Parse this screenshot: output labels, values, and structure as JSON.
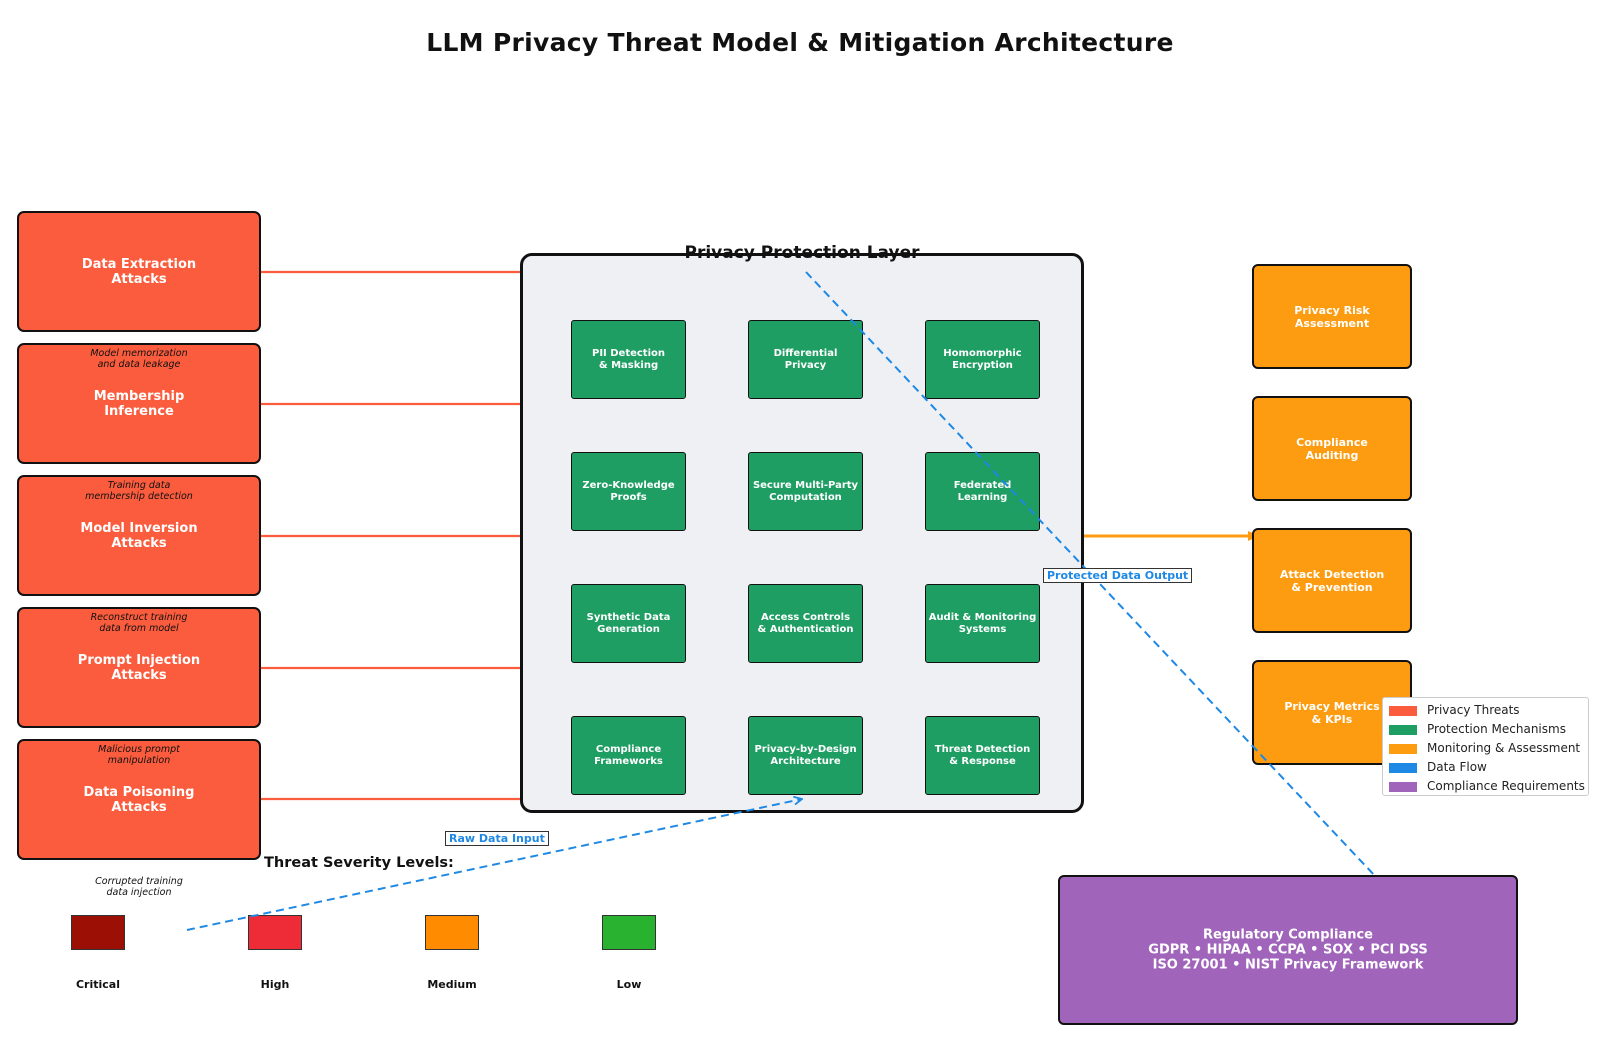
{
  "title": "LLM Privacy Threat Model & Mitigation Architecture",
  "threats": [
    {
      "name": "Data Extraction\nAttacks",
      "caption": "Model memorization\nand data leakage"
    },
    {
      "name": "Membership\nInference",
      "caption": "Training data\nmembership detection"
    },
    {
      "name": "Model Inversion\nAttacks",
      "caption": "Reconstruct training\ndata from model"
    },
    {
      "name": "Prompt Injection\nAttacks",
      "caption": "Malicious prompt\nmanipulation"
    },
    {
      "name": "Data Poisoning\nAttacks",
      "caption": "Corrupted training\ndata injection"
    }
  ],
  "protection_layer": {
    "title": "Privacy Protection Layer",
    "mechanisms": [
      "PII Detection\n& Masking",
      "Differential\nPrivacy",
      "Homomorphic\nEncryption",
      "Zero-Knowledge\nProofs",
      "Secure Multi-Party\nComputation",
      "Federated\nLearning",
      "Synthetic Data\nGeneration",
      "Access Controls\n& Authentication",
      "Audit & Monitoring\nSystems",
      "Compliance\nFrameworks",
      "Privacy-by-Design\nArchitecture",
      "Threat Detection\n& Response"
    ]
  },
  "monitoring": [
    "Privacy Risk\nAssessment",
    "Compliance\nAuditing",
    "Attack Detection\n& Prevention",
    "Privacy Metrics\n& KPIs"
  ],
  "regulatory": "Regulatory Compliance\nGDPR • HIPAA • CCPA • SOX • PCI DSS\nISO 27001 • NIST Privacy Framework",
  "flows": {
    "raw_input": "Raw Data Input",
    "protected_output": "Protected Data Output"
  },
  "severity": {
    "heading": "Threat Severity Levels:",
    "levels": [
      {
        "label": "Critical",
        "color": "#9b0f05"
      },
      {
        "label": "High",
        "color": "#ee2c38"
      },
      {
        "label": "Medium",
        "color": "#ff8c00"
      },
      {
        "label": "Low",
        "color": "#28b230"
      }
    ]
  },
  "legend": [
    {
      "label": "Privacy Threats",
      "color": "#fa5c3d"
    },
    {
      "label": "Protection Mechanisms",
      "color": "#1f9e63"
    },
    {
      "label": "Monitoring & Assessment",
      "color": "#fd9c11"
    },
    {
      "label": "Data Flow",
      "color": "#1e88e5"
    },
    {
      "label": "Compliance Requirements",
      "color": "#a065ba"
    }
  ]
}
